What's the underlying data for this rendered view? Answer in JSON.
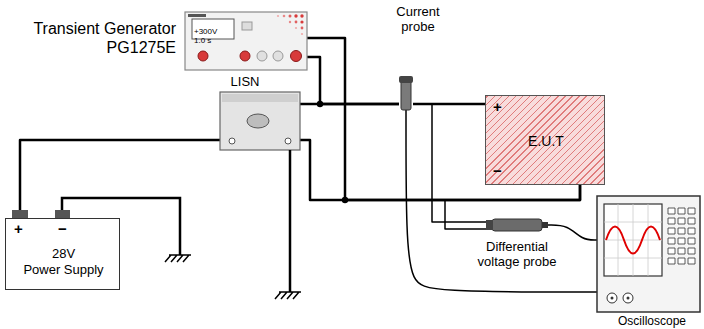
{
  "diagram": {
    "nodes": [
      {
        "text": [
          "Transient Generator PG1275E",
          "+300V",
          "1.0 s"
        ]
      },
      {
        "text": [
          "Current probe"
        ]
      },
      {
        "text": [
          "+",
          "E.U.T",
          "−"
        ]
      },
      {
        "text": [
          "LISN"
        ]
      },
      {
        "text": [
          "+",
          "−",
          "28V Power Supply"
        ]
      },
      {
        "text": [
          "Differential voltage probe"
        ]
      },
      {
        "text": [
          "Oscilloscope"
        ]
      }
    ],
    "edges": [
      {
        "from": 4,
        "to": 3,
        "arrow": "none"
      },
      {
        "from": 0,
        "to": 1,
        "arrow": "none"
      },
      {
        "from": 3,
        "to": 1,
        "arrow": "none"
      },
      {
        "from": 1,
        "to": 2,
        "arrow": "none"
      },
      {
        "from": 0,
        "to": 2,
        "arrow": "none"
      },
      {
        "from": 3,
        "to": 2,
        "arrow": "none"
      },
      {
        "from": 2,
        "to": 5,
        "arrow": "none"
      },
      {
        "from": 2,
        "to": 5,
        "arrow": "none"
      },
      {
        "from": 1,
        "to": 6,
        "arrow": "none"
      },
      {
        "from": 5,
        "to": 6,
        "arrow": "none"
      }
    ]
  }
}
